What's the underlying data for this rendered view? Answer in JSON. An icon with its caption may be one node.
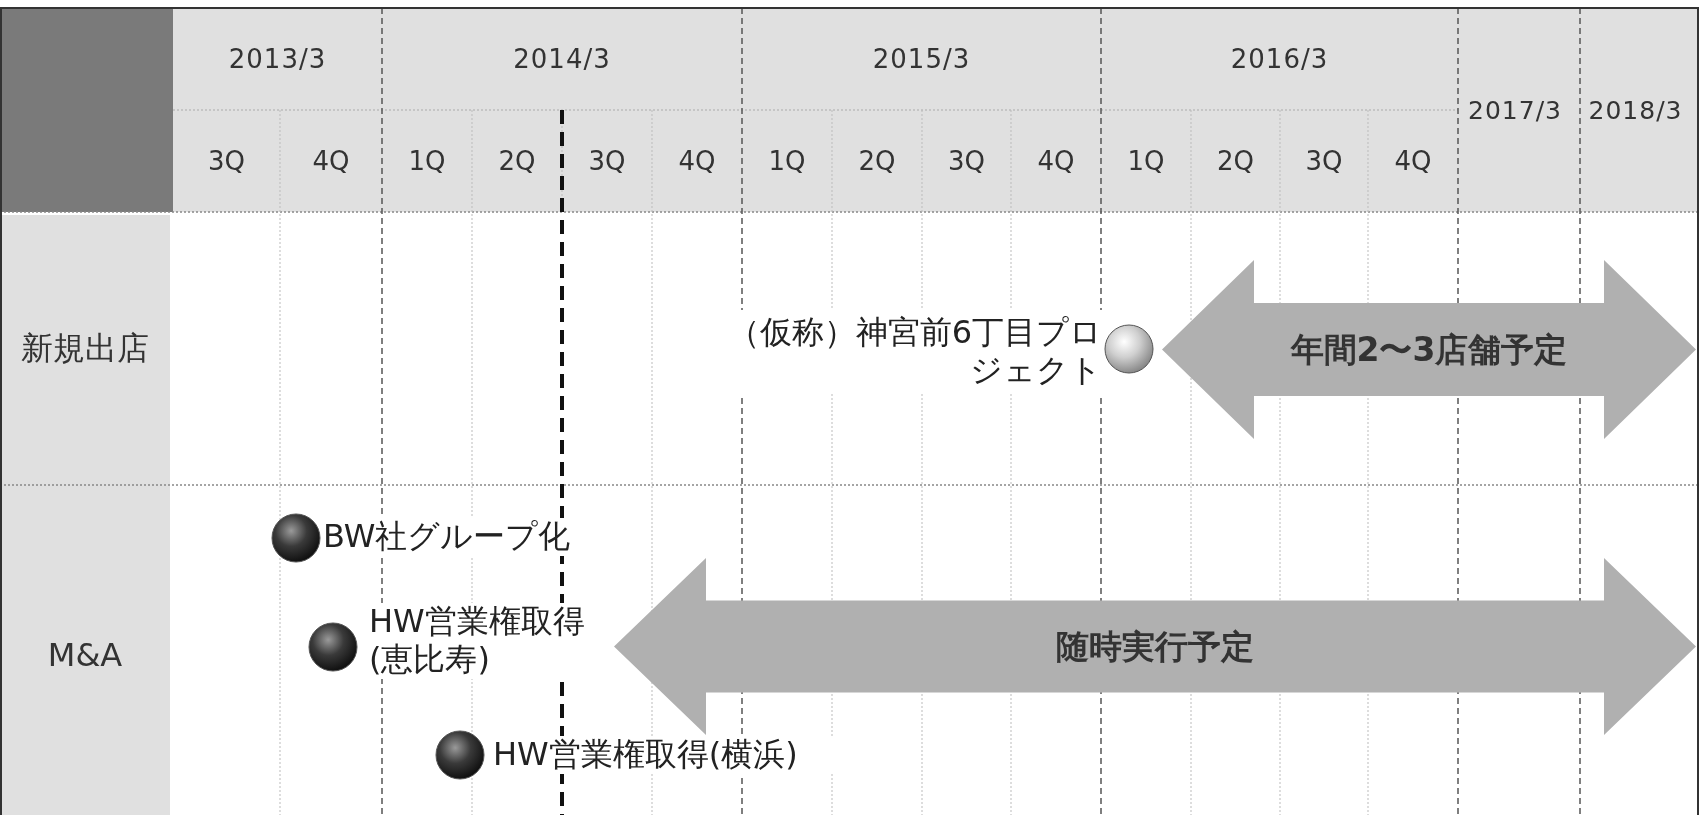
{
  "diagram": {
    "nodes": [
      {
        "text": [
          "年間2〜3店舗予定"
        ]
      },
      {
        "text": [
          "（仮称）神宮前6丁目プロジェクト"
        ]
      },
      {
        "text": [
          "随時実行予定"
        ]
      },
      {
        "text": [
          "BW社グループ化"
        ]
      },
      {
        "text": [
          "HW営業権取得(恵比寿)"
        ]
      },
      {
        "text": [
          "HW営業権取得(横浜)"
        ]
      }
    ],
    "labels": [
      "2013/3",
      "2014/3",
      "2015/3",
      "2016/3",
      "2017/3",
      "2018/3",
      "3Q",
      "4Q",
      "1Q",
      "2Q",
      "3Q",
      "4Q",
      "1Q",
      "2Q",
      "3Q",
      "4Q",
      "1Q",
      "2Q",
      "3Q",
      "4Q",
      "新規出店",
      "M&A"
    ]
  }
}
